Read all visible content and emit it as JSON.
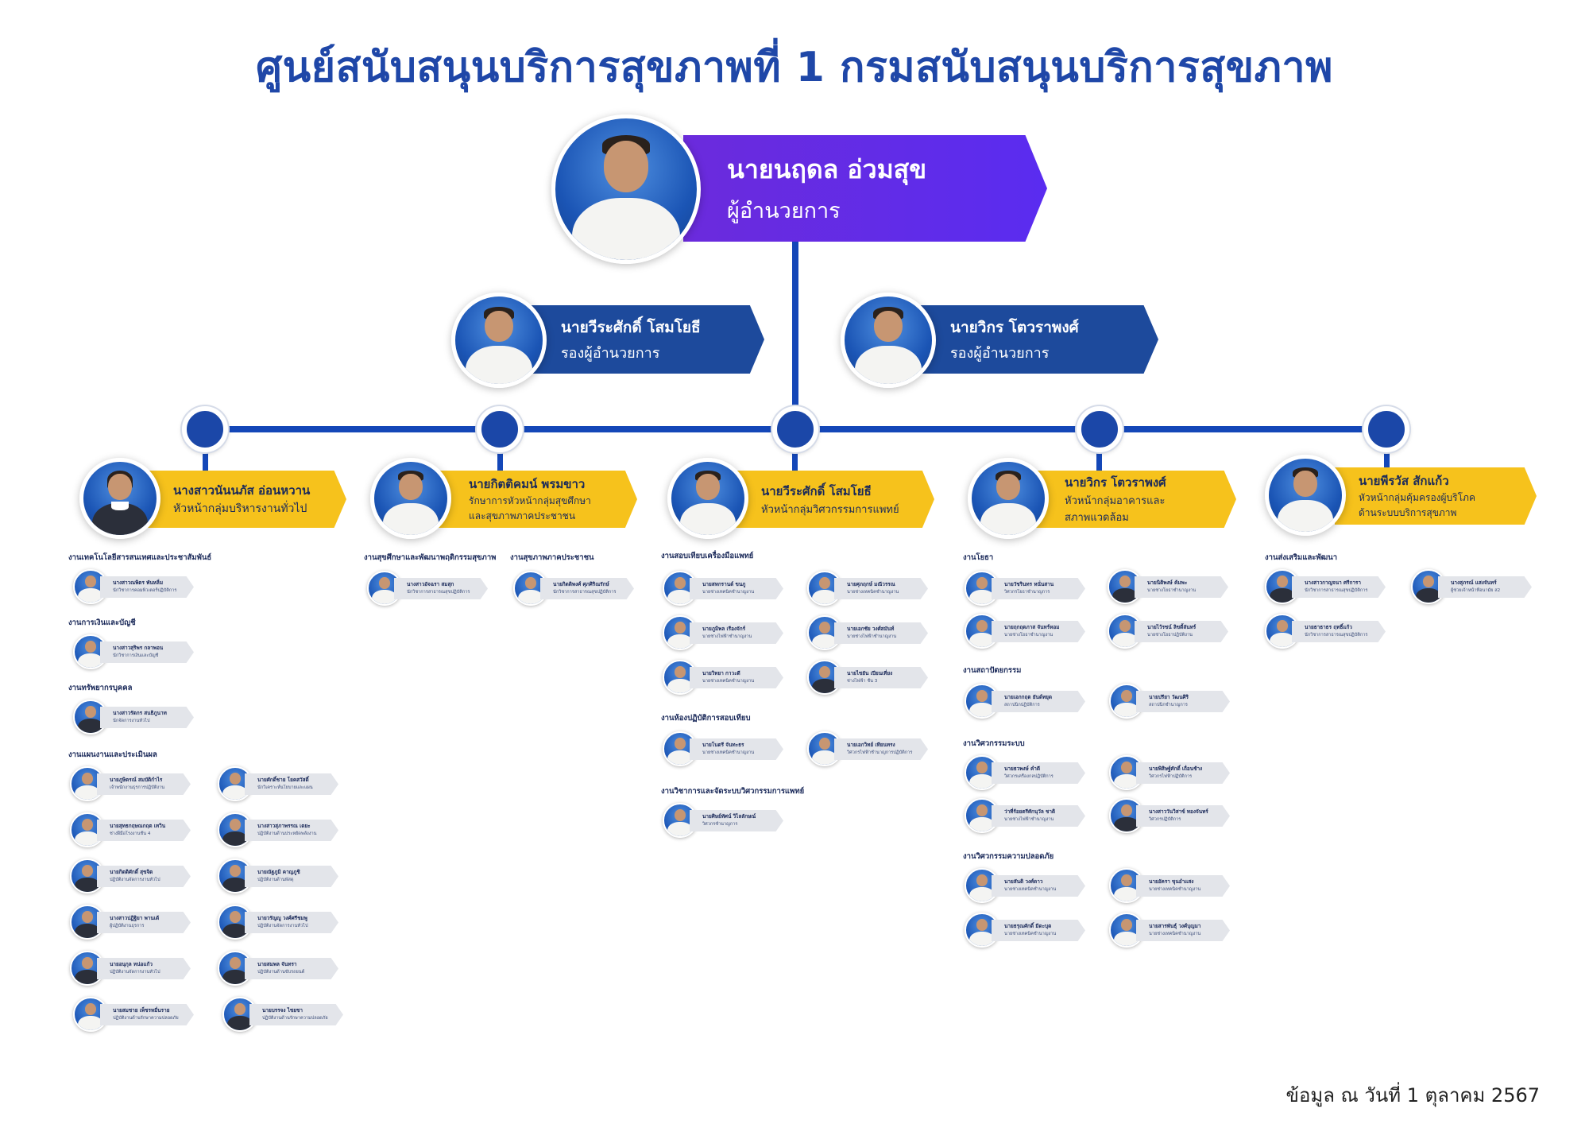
{
  "title": "ศูนย์สนับสนุนบริการสุขภาพที่ 1 กรมสนับสนุนบริการสุขภาพ",
  "footer": "ข้อมูล ณ วันที่ 1 ตุลาคม 2567",
  "colors": {
    "title": "#1f47a8",
    "line": "#1447b8",
    "director": "#5a2cf0",
    "deputy": "#1d4a9c",
    "group_head": "#f6c21c",
    "staff_tag": "#e3e5ea"
  },
  "director": {
    "name": "นายนฤดล อ่วมสุข",
    "position": "ผู้อำนวยการ"
  },
  "deputies": [
    {
      "name": "นายวีระศักดิ์ โสมโยธี",
      "position": "รองผู้อำนวยการ"
    },
    {
      "name": "นายวิกร โตวราพงศ์",
      "position": "รองผู้อำนวยการ"
    }
  ],
  "groups": [
    {
      "name": "นางสาวนันนภัส อ่อนหวาน",
      "position": "หัวหน้ากลุ่มบริหารงานทั่วไป",
      "sections": [
        {
          "title": "งานเทคโนโลยีสารสนเทศและประชาสัมพันธ์",
          "staff": [
            {
              "name": "นางสาวณพิตร พันหลิ่ม",
              "position": "นักวิชาการคอมพิวเตอร์ปฏิบัติการ"
            }
          ]
        },
        {
          "title": "งานการเงินและบัญชี",
          "staff": [
            {
              "name": "นางสาวสุริพร กลาพอน",
              "position": "นักวิชาการเงินและบัญชี"
            }
          ]
        },
        {
          "title": "งานทรัพยากรบุคคล",
          "staff": [
            {
              "name": "นางสาวรัตกร สนธิภูนาท",
              "position": "นักจัดการงานทั่วไป"
            }
          ]
        },
        {
          "title": "งานแผนงานและประเมินผล",
          "staff": [
            {
              "name": "นายภูษิตรณ์ สมบัติกำไร",
              "position": "เจ้าพนักงานธุรการปฏิบัติงาน"
            },
            {
              "name": "นายศักดิ์ชาย โยคสวัสดิ์",
              "position": "นักวิเคราะห์นโยบายและแผน"
            },
            {
              "name": "นายสุทธกฤษณกฤต เทวิน",
              "position": "ช่างฝีมือโรงงานชั้น 4"
            },
            {
              "name": "นางสาวสุภาพรรณ เตยะ",
              "position": "ปฏิบัติงานด้านประหยัดพลังงาน"
            },
            {
              "name": "นายกิตติศักดิ์ สุขจิต",
              "position": "ปฏิบัติงานจัดการงานทั่วไป"
            },
            {
              "name": "นายณัฐภูมิ คาญภูชิ",
              "position": "ปฏิบัติงานด้านพัสดุ"
            },
            {
              "name": "นางสาวปฏิฐิยา พานเต้",
              "position": "ผู้ปฏิบัติงานธุรการ"
            },
            {
              "name": "นายวรัญญู วงศ์ศรีชมพู",
              "position": "ปฏิบัติงานจัดการงานทั่วไป"
            },
            {
              "name": "นายอนุกุล หน่อแก้ว",
              "position": "ปฏิบัติงานจัดการงานทั่วไป"
            },
            {
              "name": "นายสมพล จันทรา",
              "position": "ปฏิบัติงานด้านขับรถยนต์"
            },
            {
              "name": "นายสมชาย เพ็ชรหมื่นราย",
              "position": "ปฏิบัติงานด้านรักษาความปลอดภัย"
            },
            {
              "name": "นายบรรจง ไชยชา",
              "position": "ปฏิบัติงานด้านรักษาความปลอดภัย"
            }
          ]
        }
      ]
    },
    {
      "name": "นายกิตติคมน์ พรมขาว",
      "position": "รักษาการหัวหน้ากลุ่มสุขศึกษา",
      "position2": "และสุขภาพภาคประชาชน",
      "sections": [
        {
          "title": "งานสุขศึกษาและพัฒนาพฤติกรรมสุขภาพ",
          "staff": [
            {
              "name": "นางสาวอัจฉรา สมสุก",
              "position": "นักวิชาการสาธารณสุขปฏิบัติการ"
            }
          ]
        },
        {
          "title": "งานสุขภาพภาคประชาชน",
          "staff": [
            {
              "name": "นายกิตติพงศ์ ศุภศิริณรักษ์",
              "position": "นักวิชาการสาธารณสุขปฏิบัติการ"
            }
          ]
        }
      ]
    },
    {
      "name": "นายวีระศักดิ์ โสมโยธี",
      "position": "หัวหน้ากลุ่มวิศวกรรมการแพทย์",
      "sections": [
        {
          "title": "งานสอบเทียบเครื่องมือแพทย์",
          "staff": [
            {
              "name": "นายสหกรานต์ ขนภู",
              "position": "นายช่างเทคนิคชำนาญงาน"
            },
            {
              "name": "นายศุภฤกษ์ มณีวรรณ",
              "position": "นายช่างเทคนิคชำนาญงาน"
            },
            {
              "name": "นายภูมิพล เรืองจักร์",
              "position": "นายช่างไฟฟ้าชำนาญงาน"
            },
            {
              "name": "นายเอกชัย วงศ์สมันท์",
              "position": "นายช่างไฟฟ้าชำนาญงาน"
            },
            {
              "name": "นายวิทยา กาวะดี",
              "position": "นายช่างเทคนิคชำนาญงาน"
            },
            {
              "name": "นายไชยัน เปียนเที่ยง",
              "position": "ช่างไฟฟ้า ชั้น 3"
            }
          ]
        },
        {
          "title": "งานห้องปฏิบัติการสอบเทียบ",
          "staff": [
            {
              "name": "นายโนตรี จันทะธร",
              "position": "นายช่างเทคนิคชำนาญงาน"
            },
            {
              "name": "นายเอกวิทย์ เทียนทรง",
              "position": "วิศวกรไฟฟ้าชำนาญการปฏิบัติการ"
            }
          ]
        },
        {
          "title": "งานวิชาการและจัดระบบวิศวกรรมการแพทย์",
          "staff": [
            {
              "name": "นายศิษย์ทัศน์ วิไลลักษณ์",
              "position": "วิศวกรชำนาญการ"
            }
          ]
        }
      ]
    },
    {
      "name": "นายวิกร โตวราพงศ์",
      "position": "หัวหน้ากลุ่มอาคารและ",
      "position2": "สภาพแวดล้อม",
      "sections": [
        {
          "title": "งานโยธา",
          "staff": [
            {
              "name": "นายวัชรินทร หนั่นสาน",
              "position": "วิศวกรโยธาชำนาญการ"
            },
            {
              "name": "นายนิติพงษ์ ค้มพะ",
              "position": "นายช่างโยธาชำนาญงาน"
            },
            {
              "name": "นายฤกฤตภาส จันทร์หอม",
              "position": "นายช่างโยธาชำนาญงาน"
            },
            {
              "name": "นายไว้รชน์ ลิขดี้ลันทร์",
              "position": "นายช่างโยธาปฏิบัติงาน"
            }
          ]
        },
        {
          "title": "งานสถาปัตยกรรม",
          "staff": [
            {
              "name": "นายเอกกฤต ยันต์ทยุด",
              "position": "สถาปนิกปฏิบัติการ"
            },
            {
              "name": "นายปรียา วัฒนศิริ",
              "position": "สถาปนิกชำนาญการ"
            }
          ]
        },
        {
          "title": "งานวิศวกรรมระบบ",
          "staff": [
            {
              "name": "นายธวพงษ์ คำดี",
              "position": "วิศวกรเครื่องกลปฏิบัติการ"
            },
            {
              "name": "นายพิสิษฐ์ศักดิ์ เถื่อนช้าง",
              "position": "วิศวกรไฟฟ้าปฏิบัติการ"
            },
            {
              "name": "ว่าที่ร้อยตรีศักนุวัล ชาติ",
              "position": "นายช่างไฟฟ้าชำนาญงาน"
            },
            {
              "name": "นางสาววันวิสาข์ ทองจันทร์",
              "position": "วิศวกรปฏิบัติการ"
            }
          ]
        },
        {
          "title": "งานวิศวกรรมความปลอดภัย",
          "staff": [
            {
              "name": "นายสันติ วงศ์ดาว",
              "position": "นายช่างเทคนิคชำนาญงาน"
            },
            {
              "name": "นายอัครา ขุนอำแสง",
              "position": "นายช่างเทคนิคชำนาญงาน"
            },
            {
              "name": "นายธรุณศักดิ์ มีดะบุต",
              "position": "นายช่างเทคนิคชำนาญงาน"
            },
            {
              "name": "นายสารพันธุ์ วงศ์บุญมา",
              "position": "นายช่างเทคนิคชำนาญงาน"
            }
          ]
        }
      ]
    },
    {
      "name": "นายพีรวัส สักแก้ว",
      "position": "หัวหน้ากลุ่มคุ้มครองผู้บริโภค",
      "position2": "ด้านระบบบริการสุขภาพ",
      "sections": [
        {
          "title": "งานส่งเสริมและพัฒนา",
          "staff": [
            {
              "name": "นางสาวกาญจนา ศรีการา",
              "position": "นักวิชาการสาธารณสุขปฏิบัติการ"
            },
            {
              "name": "นางสุภรณ์ แสงจันทร์",
              "position": "ผู้ช่วยเจ้าหน้าที่อนามัย ส2"
            },
            {
              "name": "นายธาธาธร ฤทธิ์แก้ว",
              "position": "นักวิชาการสาธารณสุขปฏิบัติการ"
            }
          ]
        }
      ]
    }
  ]
}
